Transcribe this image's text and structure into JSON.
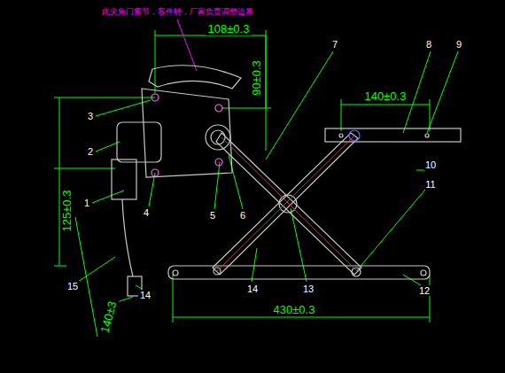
{
  "diagram": {
    "labels": [
      "此尖角门窗节，客件转，厂家负责调整边界",
      "108±0.3",
      "90±0.3",
      "125±0.3",
      "140±0.3",
      "430±0.3",
      "140±3",
      "3",
      "2",
      "1",
      "4",
      "5",
      "6",
      "7",
      "8",
      "9",
      "10",
      "11",
      "12",
      "13",
      "14",
      "15",
      "14"
    ]
  }
}
